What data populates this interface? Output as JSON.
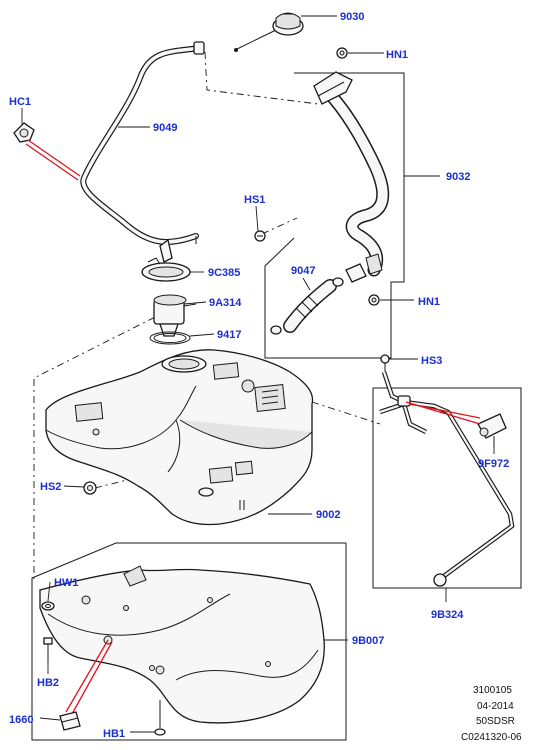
{
  "callouts": {
    "c9030": "9030",
    "hn1_top": "HN1",
    "hc1": "HC1",
    "c9049": "9049",
    "c9032": "9032",
    "hs1": "HS1",
    "c9c385": "9C385",
    "c9047": "9047",
    "c9a314": "9A314",
    "hn1_mid": "HN1",
    "c9417": "9417",
    "hs3": "HS3",
    "c9f972": "9F972",
    "hs2": "HS2",
    "c9002": "9002",
    "hw1": "HW1",
    "c9b007": "9B007",
    "hb2": "HB2",
    "c9b324": "9B324",
    "c1660": "1660",
    "hb1": "HB1"
  },
  "reference_block": {
    "line1": "3100105",
    "line2": "04-2014",
    "line3": "50SDSR",
    "line4": "C0241320-06"
  },
  "colors": {
    "callout_text": "#1c2fd0",
    "highlight_leader": "#e0141e",
    "line_art": "#1a1a1a"
  }
}
